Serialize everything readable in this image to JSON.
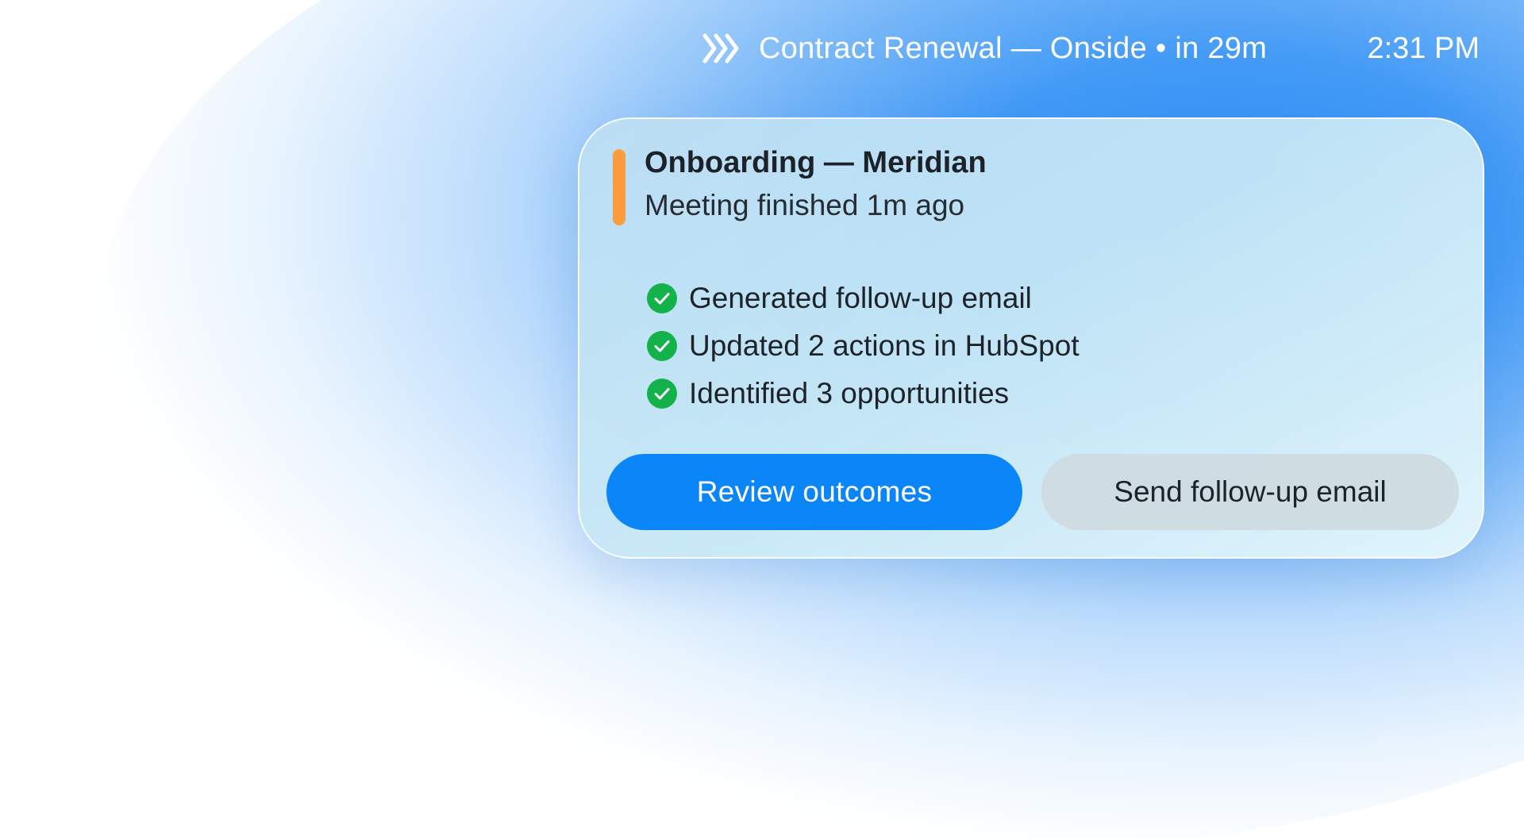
{
  "menubar": {
    "app_icon": "chevron-triple-right-icon",
    "meeting_text": "Contract Renewal — Onside • in 29m",
    "clock": "2:31 PM"
  },
  "notification": {
    "title": "Onboarding — Meridian",
    "subtitle": "Meeting finished 1m ago",
    "accent_color": "#fb9d3e",
    "outcomes": [
      {
        "icon": "check-circle-icon",
        "label": "Generated follow-up email"
      },
      {
        "icon": "check-circle-icon",
        "label": "Updated 2 actions in HubSpot"
      },
      {
        "icon": "check-circle-icon",
        "label": "Identified 3 opportunities"
      }
    ],
    "primary_button": "Review outcomes",
    "secondary_button": "Send follow-up email"
  },
  "colors": {
    "primary_button": "#0a86f8",
    "check_green": "#13b24a",
    "background_glow": "#2f8cf5"
  }
}
